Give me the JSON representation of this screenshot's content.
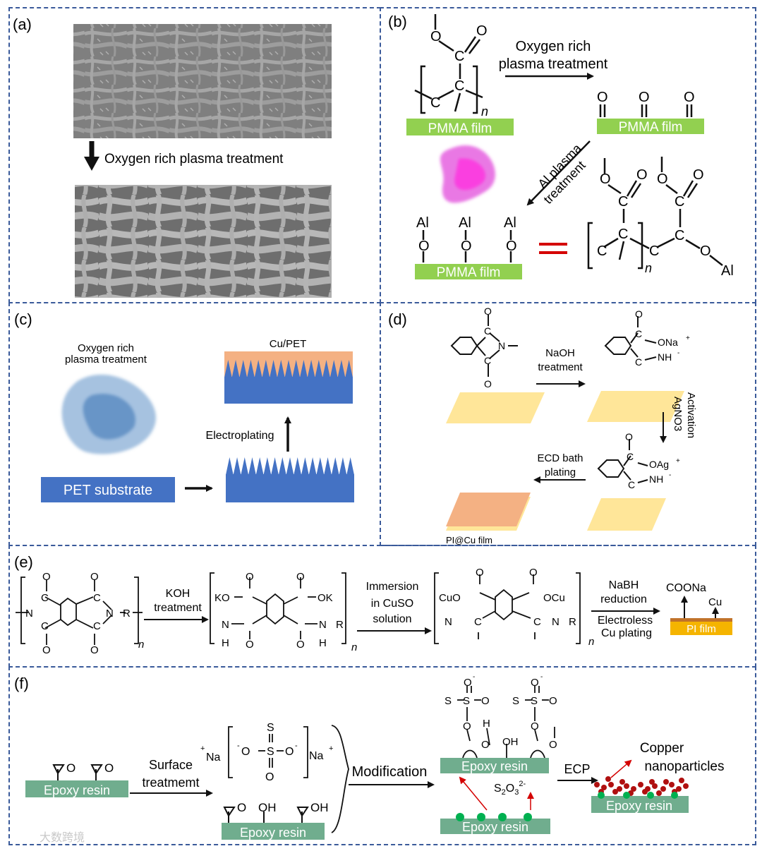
{
  "panels": {
    "a": {
      "label": "(a)",
      "step": "Oxygen rich plasma treatment"
    },
    "b": {
      "label": "(b)",
      "step1_line1": "Oxygen rich",
      "step1_line2": "plasma treatment",
      "film": "PMMA film",
      "step2_line1": "Al plasma",
      "step2_line2": "treatment",
      "n": "n",
      "al": "Al",
      "c": "C",
      "o": "O"
    },
    "c": {
      "label": "(c)",
      "plasma_line1": "Oxygen rich",
      "plasma_line2": "plasma treatment",
      "substrate": "PET substrate",
      "electroplating": "Electroplating",
      "product": "Cu/PET"
    },
    "d": {
      "label": "(d)",
      "step1_line1": "NaOH",
      "step1_line2": "treatment",
      "step2_line1": "AgNO3",
      "step2_line2": "Activation",
      "step3_line1": "ECD bath",
      "step3_line2": "plating",
      "product": "PI@Cu film",
      "n": "N",
      "ona": "ONa",
      "nh": "NH",
      "oag": "OAg"
    },
    "e": {
      "label": "(e)",
      "step1_line1": "KOH",
      "step1_line2": "treatment",
      "step2_line1": "Immersion",
      "step2_line2": "in CuSO",
      "step2_line3": "solution",
      "step3_line1": "NaBH",
      "step3_line2": "reduction",
      "step4_line1": "Electroless",
      "step4_line2": "Cu plating",
      "film": "PI film",
      "coona": "COONa",
      "cu": "Cu",
      "ko": "KO",
      "ok": "OK",
      "cuo": "CuO",
      "ocu": "OCu",
      "r": "R",
      "n": "n"
    },
    "f": {
      "label": "(f)",
      "step1_line1": "Surface",
      "step1_line2": "treatmemt",
      "step2": "Modification",
      "step3": "ECP",
      "resin": "Epoxy resin",
      "na": "Na",
      "thiosulfate": "S",
      "copper_line1": "Copper",
      "copper_line2": "nanoparticles",
      "oh": "OH",
      "watermark": "大数跨境"
    }
  },
  "colors": {
    "border": "#3a5a9a",
    "green_film": "#92d050",
    "pet_blue": "#4472c4",
    "copper": "#f4b183",
    "pi_yellow": "#ffe699",
    "pi_orange": "#f5a623",
    "epoxy_green": "#70ad8e",
    "red": "#d40000"
  }
}
